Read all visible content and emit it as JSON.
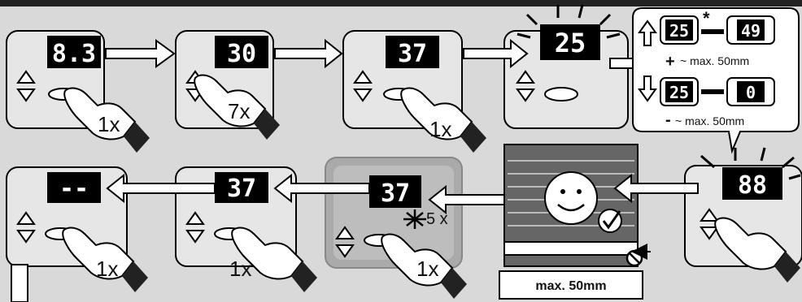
{
  "displays": {
    "d1": "8.3",
    "d2": "30",
    "d3": "37",
    "d4": "25",
    "d5": "88",
    "d6": "37",
    "d7": "37",
    "d8": "--"
  },
  "presses": {
    "p1": "1x",
    "p2": "7x",
    "p3": "1x",
    "p5": "1x",
    "p6": "1x",
    "p7": "1x"
  },
  "blink_count": "5 x",
  "range_box": {
    "up_from": "25",
    "up_to": "49",
    "up_caption": "~ max. 50mm",
    "down_from": "25",
    "down_to": "0",
    "down_caption": "~ max. 50mm"
  },
  "shutter_caption": "max. 50mm",
  "colors": {
    "background": "#d9d9d9",
    "panel": "#e6e6e6",
    "display": "#000000",
    "stroke": "#000000"
  }
}
